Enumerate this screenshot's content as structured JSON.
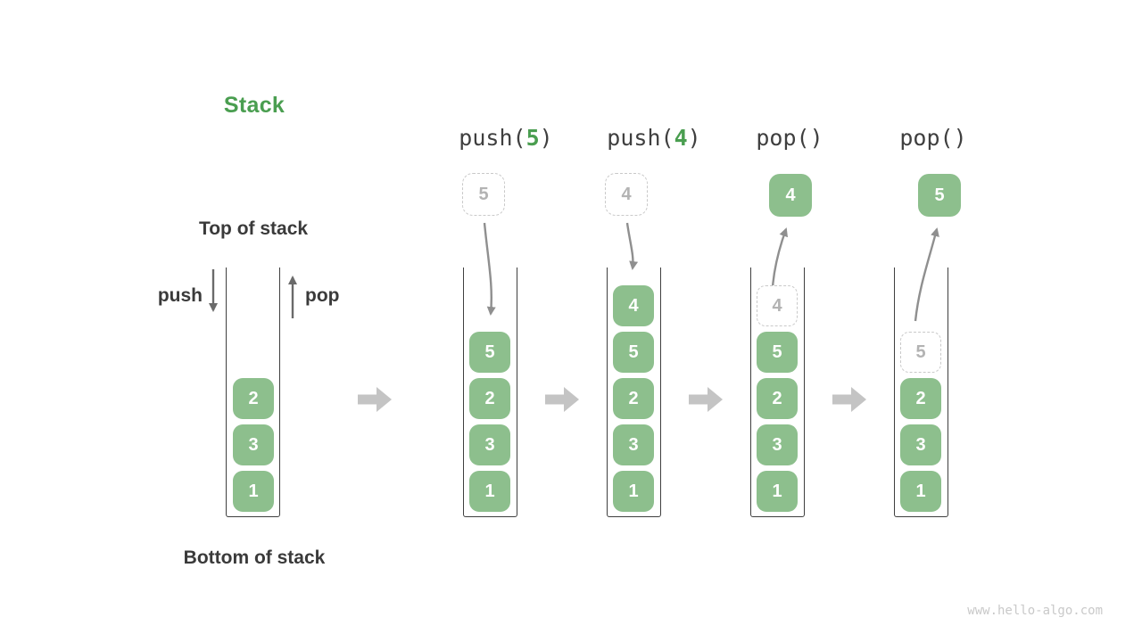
{
  "title": "Stack",
  "watermark": "www.hello-algo.com",
  "colors": {
    "box_green": "#8dbf8d",
    "title_green": "#4a9e50",
    "text_dark": "#3a3a3a",
    "ghost_text": "#b3b3b3",
    "wall": "#3f3f3f",
    "dashed_border": "#c9c9c9",
    "watermark_gray": "#c9c9c9"
  },
  "intro": {
    "top_label": "Top of stack",
    "bottom_label": "Bottom of stack",
    "push_label": "push",
    "pop_label": "pop",
    "items": [
      {
        "value": "2"
      },
      {
        "value": "3"
      },
      {
        "value": "1"
      }
    ]
  },
  "steps": [
    {
      "op": {
        "pre": "push(",
        "arg": "5",
        "post": ")"
      },
      "top_box": {
        "value": "5",
        "variant": "pending-dashed"
      },
      "items": [
        {
          "value": "5"
        },
        {
          "value": "2"
        },
        {
          "value": "3"
        },
        {
          "value": "1"
        }
      ]
    },
    {
      "op": {
        "pre": "push(",
        "arg": "4",
        "post": ")"
      },
      "top_box": {
        "value": "4",
        "variant": "pending-dashed"
      },
      "items": [
        {
          "value": "4"
        },
        {
          "value": "5"
        },
        {
          "value": "2"
        },
        {
          "value": "3"
        },
        {
          "value": "1"
        }
      ]
    },
    {
      "op": {
        "pre": "pop()",
        "arg": "",
        "post": ""
      },
      "top_box": {
        "value": "4",
        "variant": "popped-solid"
      },
      "items": [
        {
          "value": "4",
          "ghost": true
        },
        {
          "value": "5"
        },
        {
          "value": "2"
        },
        {
          "value": "3"
        },
        {
          "value": "1"
        }
      ]
    },
    {
      "op": {
        "pre": "pop()",
        "arg": "",
        "post": ""
      },
      "top_box": {
        "value": "5",
        "variant": "popped-solid"
      },
      "items": [
        {
          "value": "5",
          "ghost": true
        },
        {
          "value": "2"
        },
        {
          "value": "3"
        },
        {
          "value": "1"
        }
      ]
    }
  ]
}
